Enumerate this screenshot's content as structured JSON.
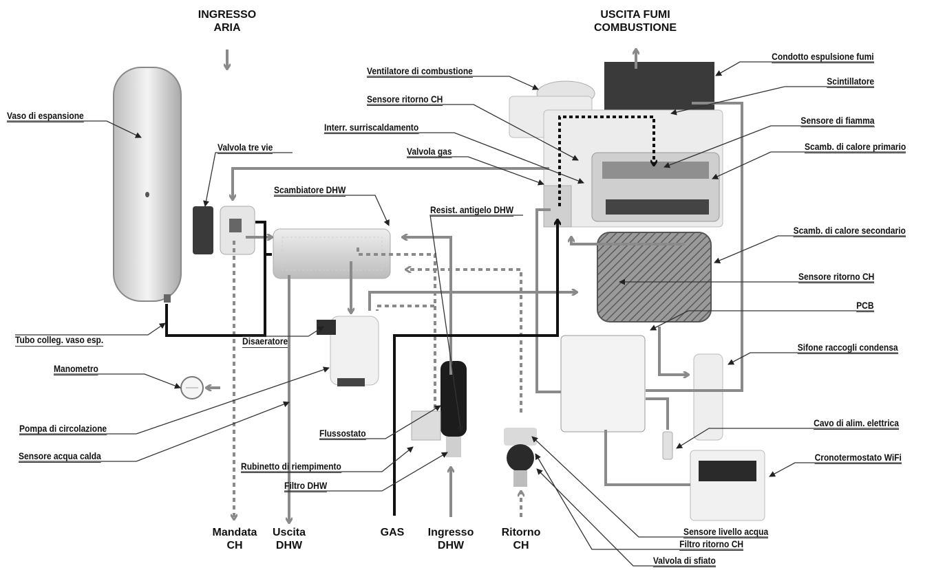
{
  "headings": {
    "air_in_line1": "INGRESSO",
    "air_in_line2": "ARIA",
    "flue_out_line1": "USCITA FUMI",
    "flue_out_line2": "COMBUSTIONE"
  },
  "labels": {
    "vaso_espansione": "Vaso di espansione",
    "valvola_tre_vie": "Valvola tre vie",
    "scambiatore_dhw": "Scambiatore DHW",
    "resist_antigelo": "Resist. antigelo DHW",
    "ventilatore": "Ventilatore di combustione",
    "sensore_ritorno_ch_top": "Sensore ritorno CH",
    "interr_surriscaldamento": "Interr. surriscaldamento",
    "valvola_gas": "Valvola gas",
    "condotto_fumi": "Condotto espulsione fumi",
    "scintillatore": "Scintillatore",
    "sensore_fiamma": "Sensore di fiamma",
    "scamb_primario": "Scamb. di calore primario",
    "scamb_secondario": "Scamb. di calore secondario",
    "sensore_ritorno_ch_right": "Sensore ritorno CH",
    "pcb": "PCB",
    "sifone": "Sifone raccogli condensa",
    "cavo_alim": "Cavo di alim. elettrica",
    "cronotermostato": "Cronotermostato WiFi",
    "sensore_livello": "Sensore livello acqua",
    "filtro_ritorno": "Filtro ritorno CH",
    "valvola_sfiato": "Valvola di sfiato",
    "tubo_vaso": "Tubo colleg. vaso esp.",
    "disaeratore": "Disaeratore",
    "manometro": "Manometro",
    "pompa": "Pompa di circolazione",
    "sensore_acqua_calda": "Sensore acqua calda",
    "flussostato": "Flussostato",
    "rubinetto": "Rubinetto di riempimento",
    "filtro_dhw": "Filtro DHW"
  },
  "bottom": {
    "mandata_ch_1": "Mandata",
    "mandata_ch_2": "CH",
    "uscita_dhw_1": "Uscita",
    "uscita_dhw_2": "DHW",
    "gas": "GAS",
    "ingresso_dhw_1": "Ingresso",
    "ingresso_dhw_2": "DHW",
    "ritorno_ch_1": "Ritorno",
    "ritorno_ch_2": "CH"
  },
  "colors": {
    "pipe_gray": "#8a8a8a",
    "gas_black": "#111111",
    "leader": "#333333",
    "component_fill": "#d8d8d8"
  }
}
